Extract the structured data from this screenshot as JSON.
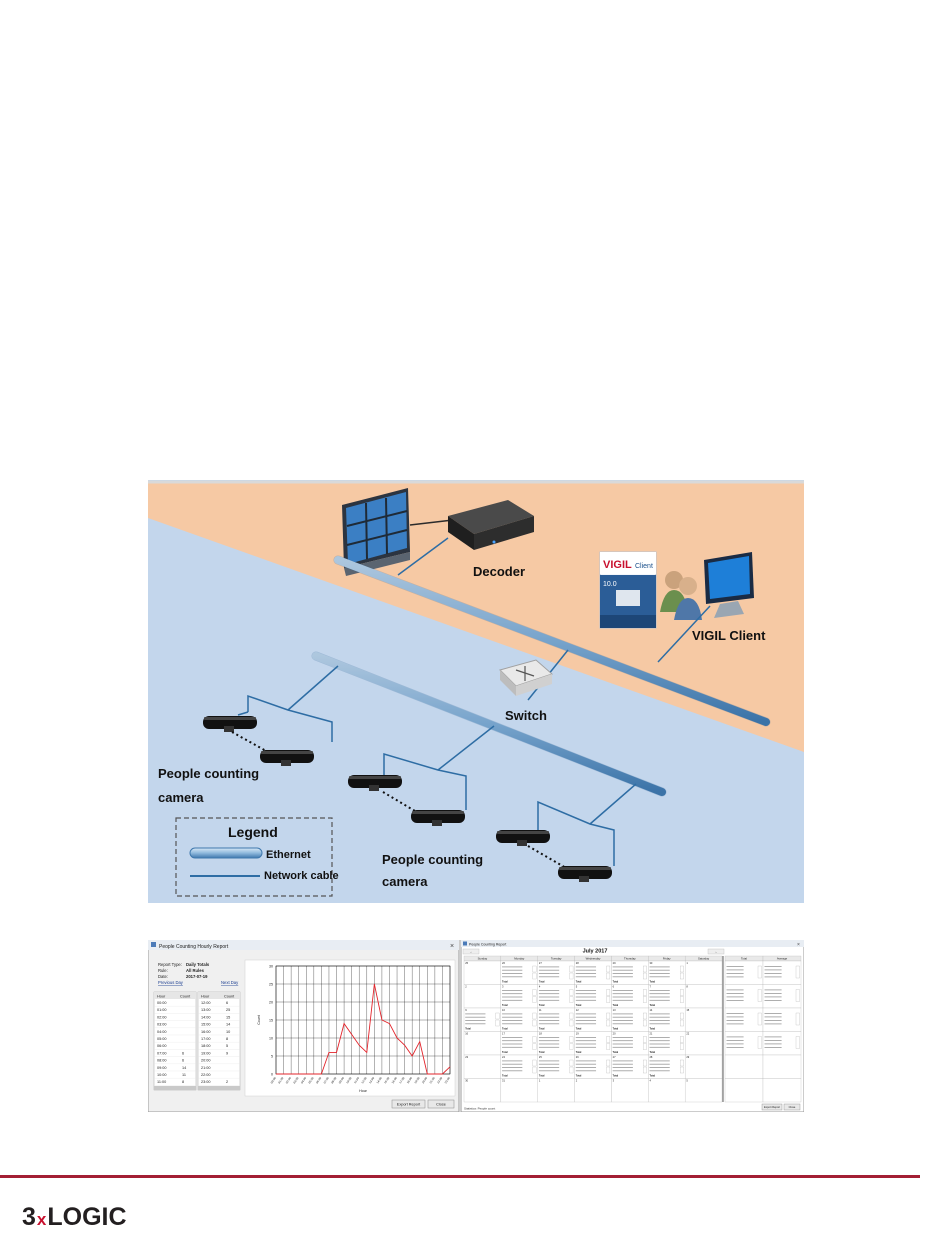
{
  "diagram": {
    "labels": {
      "decoder": "Decoder",
      "client": "VIGIL Client",
      "switch": "Switch",
      "camera_group_1_line1": "People counting",
      "camera_group_1_line2": "camera",
      "camera_group_2_line1": "People counting",
      "camera_group_2_line2": "camera"
    },
    "box_title_line1": "VIGIL",
    "box_title_line2": "Client",
    "box_version": "10.0",
    "legend": {
      "title": "Legend",
      "ethernet": "Ethernet",
      "network_cable": "Network cable"
    },
    "colors": {
      "zone_top": "#f6c9a4",
      "zone_bottom": "#c3d6ec",
      "pipe": "#8fb9dd",
      "cable": "#2e6da4"
    }
  },
  "hourly_report": {
    "window_title": "People Counting Hourly Report",
    "report_type_label": "Report Type:",
    "report_type": "Daily Totals",
    "rule_label": "Rule:",
    "rule": "All Rules",
    "date_label": "Date:",
    "date": "2017-07-19",
    "prev_day": "Previous Day",
    "next_day": "Next Day",
    "col_hour": "Hour",
    "col_count": "Count",
    "left_rows": [
      [
        "00:00",
        ""
      ],
      [
        "01:00",
        ""
      ],
      [
        "02:00",
        ""
      ],
      [
        "03:00",
        ""
      ],
      [
        "04:00",
        ""
      ],
      [
        "05:00",
        ""
      ],
      [
        "06:00",
        ""
      ],
      [
        "07:00",
        "6"
      ],
      [
        "08:00",
        "6"
      ],
      [
        "09:00",
        "14"
      ],
      [
        "10:00",
        "11"
      ],
      [
        "11:00",
        "8"
      ]
    ],
    "right_rows": [
      [
        "12:00",
        "6"
      ],
      [
        "13:00",
        "25"
      ],
      [
        "14:00",
        "15"
      ],
      [
        "15:00",
        "14"
      ],
      [
        "16:00",
        "10"
      ],
      [
        "17:00",
        "8"
      ],
      [
        "18:00",
        "5"
      ],
      [
        "19:00",
        "9"
      ],
      [
        "20:00",
        ""
      ],
      [
        "21:00",
        ""
      ],
      [
        "22:00",
        ""
      ],
      [
        "23:00",
        "2"
      ]
    ],
    "export_button": "Export Report",
    "close_button": "Close"
  },
  "chart_data": {
    "type": "line",
    "x": [
      "00:00",
      "01:00",
      "02:00",
      "03:00",
      "04:00",
      "05:00",
      "06:00",
      "07:00",
      "08:00",
      "09:00",
      "10:00",
      "11:00",
      "12:00",
      "13:00",
      "14:00",
      "15:00",
      "16:00",
      "17:00",
      "18:00",
      "19:00",
      "20:00",
      "21:00",
      "22:00",
      "23:00"
    ],
    "series": [
      {
        "values": [
          0,
          0,
          0,
          0,
          0,
          0,
          0,
          6,
          6,
          14,
          11,
          8,
          6,
          25,
          15,
          14,
          10,
          8,
          5,
          9,
          0,
          0,
          0,
          2
        ]
      }
    ],
    "ylim": [
      0,
      30
    ],
    "yticks": [
      "0",
      "5",
      "10",
      "15",
      "20",
      "25",
      "30"
    ],
    "xlabel": "Hour",
    "ylabel": "Count",
    "grid": true,
    "line_color": "#e3242b"
  },
  "calendar_report": {
    "window_title": "People Counting Report",
    "month_title": "July 2017",
    "days": [
      "Sunday",
      "Monday",
      "Tuesday",
      "Wednesday",
      "Thursday",
      "Friday",
      "Saturday"
    ],
    "total_label": "Total",
    "totals_header": "Total",
    "average_header": "Average",
    "status_text": "Statistics: People count",
    "weeks": [
      [
        "25",
        "26",
        "27",
        "28",
        "29",
        "30",
        "1"
      ],
      [
        "2",
        "3",
        "4",
        "5",
        "6",
        "7",
        "8"
      ],
      [
        "9",
        "10",
        "11",
        "12",
        "13",
        "14",
        "15"
      ],
      [
        "16",
        "17",
        "18",
        "19",
        "20",
        "21",
        "22"
      ],
      [
        "23",
        "24",
        "25",
        "26",
        "27",
        "28",
        "29"
      ],
      [
        "30",
        "31",
        "1",
        "2",
        "3",
        "4",
        "5"
      ]
    ],
    "export_button": "Export Report",
    "close_button": "Close"
  },
  "footer": {
    "logo_left": "3",
    "logo_x": "x",
    "logo_right": "LOGIC",
    "rule_color": "#a31f34"
  }
}
